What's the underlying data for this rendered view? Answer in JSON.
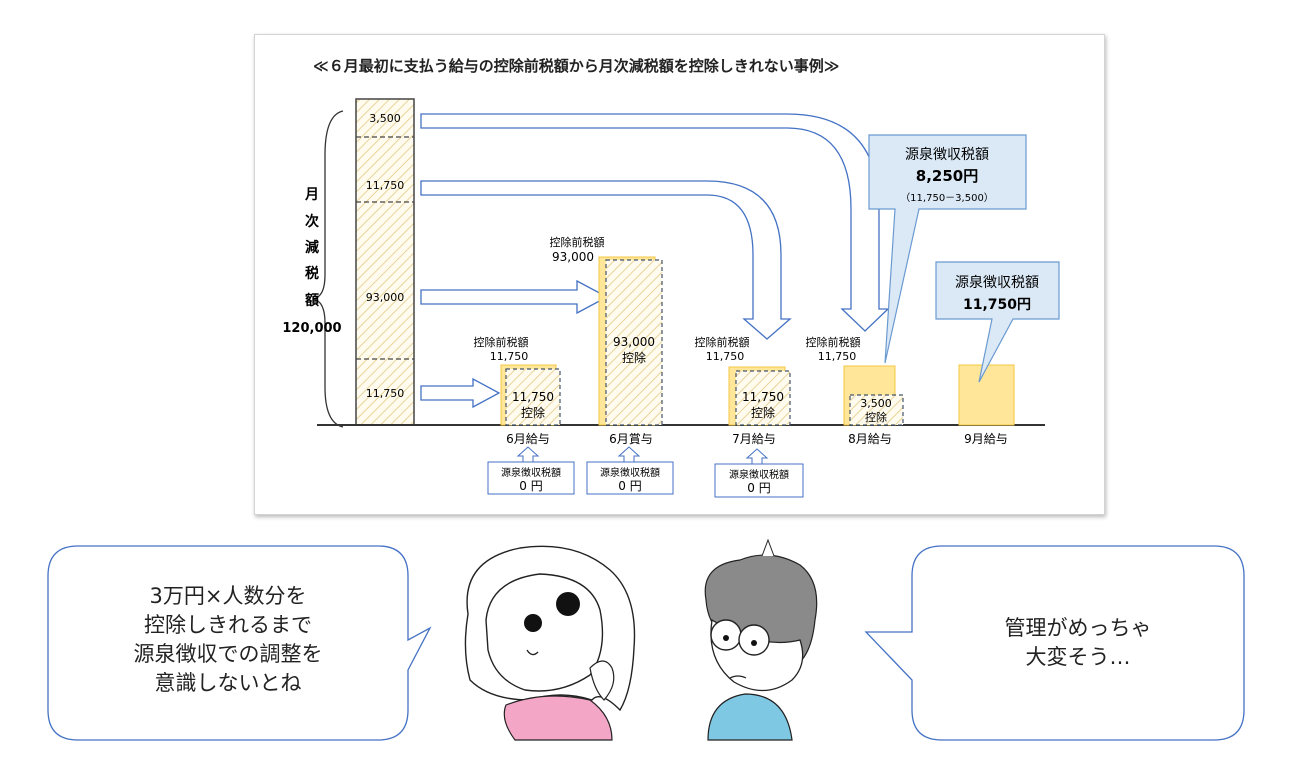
{
  "diagram": {
    "title": "≪６月最初に支払う給与の控除前税額から月次減税額を控除しきれない事例≫",
    "left_label_chars": [
      "月",
      "次",
      "減",
      "税",
      "額"
    ],
    "left_total": "120,000",
    "stack_segments": [
      "3,500",
      "11,750",
      "93,000",
      "11,750"
    ],
    "pretax_label": "控除前税額",
    "deduction_word": "控除",
    "columns": [
      {
        "axis_label": "6月給与",
        "pretax_value": "11,750",
        "deduction_value": "11,750",
        "withholding_label": "源泉徴収税額",
        "withholding_value": "0 円"
      },
      {
        "axis_label": "6月賞与",
        "pretax_value": "93,000",
        "deduction_value": "93,000",
        "withholding_label": "源泉徴収税額",
        "withholding_value": "0 円"
      },
      {
        "axis_label": "7月給与",
        "pretax_value": "11,750",
        "deduction_value": "11,750",
        "withholding_label": "源泉徴収税額",
        "withholding_value": "0 円"
      },
      {
        "axis_label": "8月給与",
        "pretax_value": "11,750",
        "deduction_value": "3,500"
      },
      {
        "axis_label": "9月給与"
      }
    ],
    "callout_aug": {
      "label": "源泉徴収税額",
      "amount": "8,250円",
      "formula": "（11,750－3,500）"
    },
    "callout_sep": {
      "label": "源泉徴収税額",
      "amount": "11,750円"
    },
    "colors": {
      "bar_fill": "#ffe699",
      "bar_accent": "#f5c542",
      "callout_fill": "#dbe9f7",
      "callout_border": "#6a9ad0",
      "arrow_stroke": "#4472c4"
    }
  },
  "bubbles": {
    "left_lines": [
      "3万円×人数分を",
      "控除しきれるまで",
      "源泉徴収での調整を",
      "意識しないとね"
    ],
    "right_lines": [
      "管理がめっちゃ",
      "大変そう…"
    ]
  }
}
